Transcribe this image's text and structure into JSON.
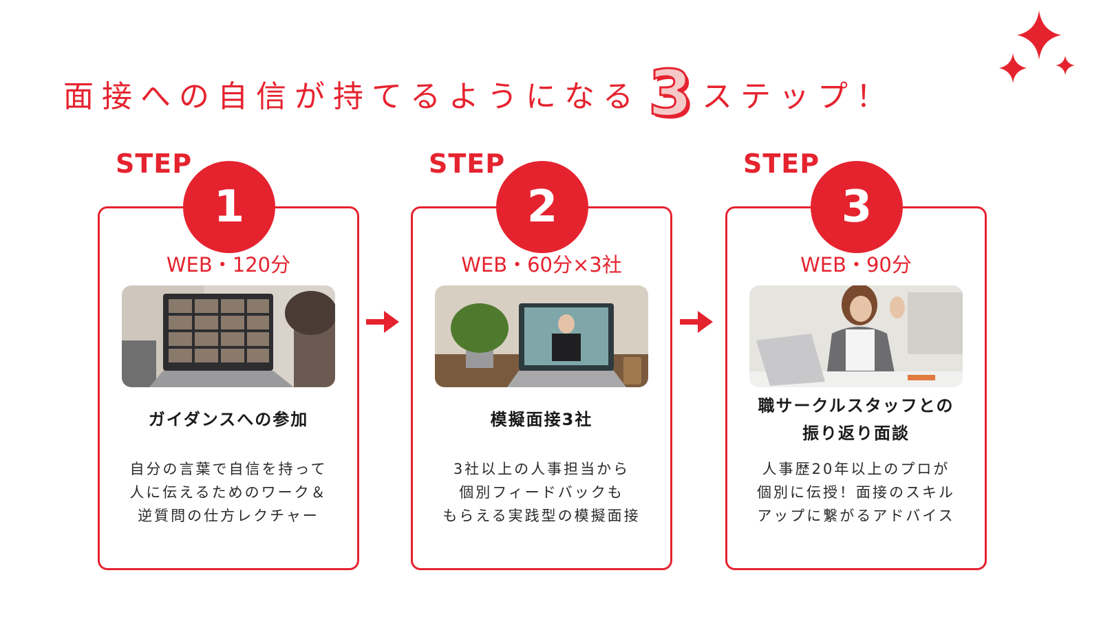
{
  "title": {
    "before": "面接への自信が持てるようになる",
    "number": "3",
    "after": "ステップ！"
  },
  "colors": {
    "accent": "#e5232f",
    "number_fill": "#f6c9c9"
  },
  "steps": [
    {
      "label": "STEP",
      "number": "1",
      "session": "WEB・120分",
      "photo": "video-conference-laptop-photo",
      "heading_lines": [
        "ガイダンスへの参加"
      ],
      "description_lines": [
        "自分の言葉で自信を持って",
        "人に伝えるためのワーク＆",
        "逆質問の仕方レクチャー"
      ]
    },
    {
      "label": "STEP",
      "number": "2",
      "session": "WEB・60分×3社",
      "photo": "online-interview-laptop-photo",
      "heading_lines": [
        "模擬面接3社"
      ],
      "description_lines": [
        "3社以上の人事担当から",
        "個別フィードバックも",
        "もらえる実践型の模擬面接"
      ]
    },
    {
      "label": "STEP",
      "number": "3",
      "session": "WEB・90分",
      "photo": "waving-woman-laptop-photo",
      "heading_lines": [
        "職サークルスタッフとの",
        "振り返り面談"
      ],
      "description_lines": [
        "人事歴20年以上のプロが",
        "個別に伝授！面接のスキル",
        "アップに繋がるアドバイス"
      ]
    }
  ],
  "icons": {
    "arrow": "arrow-right-icon",
    "sparkle": "sparkle-icon"
  }
}
